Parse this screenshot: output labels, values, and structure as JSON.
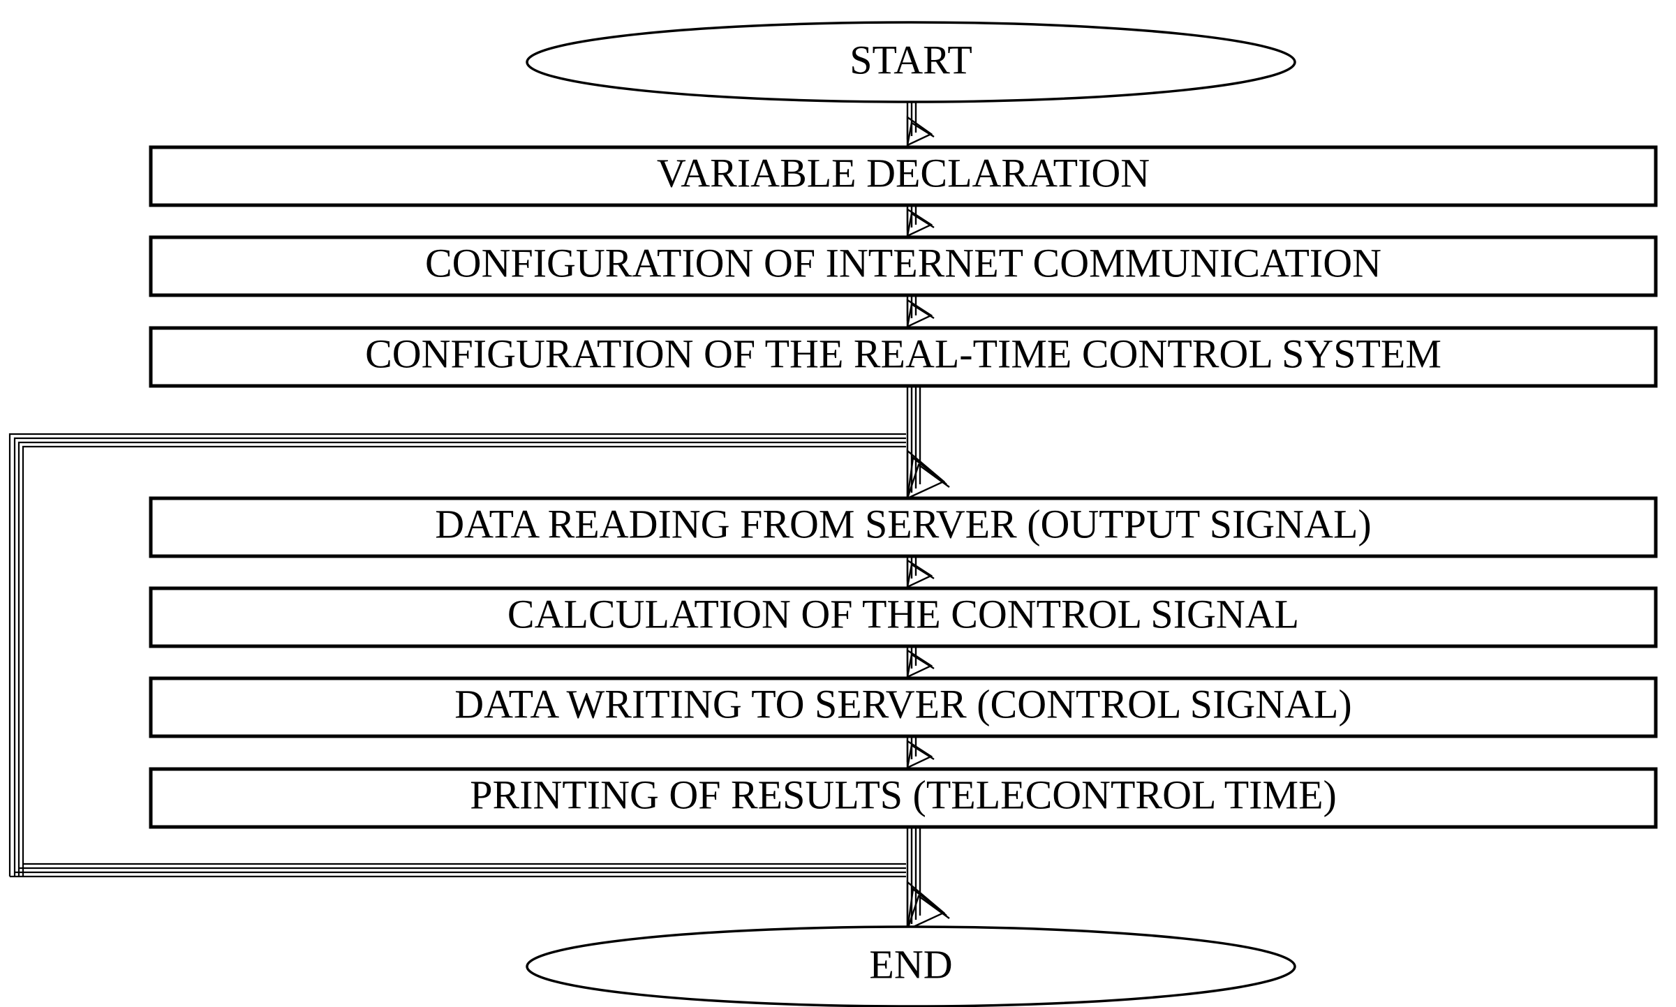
{
  "diagram": {
    "title": "Program flowchart for real-time internet telecontrol",
    "background_color": "#ffffff",
    "line_color": "#000000",
    "text_color": "#000000",
    "nodes": [
      {
        "id": "start",
        "shape": "ellipse",
        "label": "START"
      },
      {
        "id": "variable-declaration",
        "shape": "rectangle",
        "label": "VARIABLE DECLARATION"
      },
      {
        "id": "config-internet-communication",
        "shape": "rectangle",
        "label": "CONFIGURATION OF INTERNET COMMUNICATION"
      },
      {
        "id": "config-realtime-control-system",
        "shape": "rectangle",
        "label": "CONFIGURATION OF THE REAL-TIME CONTROL SYSTEM"
      },
      {
        "id": "data-reading-from-server",
        "shape": "rectangle",
        "label": "DATA READING FROM SERVER (OUTPUT SIGNAL)"
      },
      {
        "id": "calculation-control-signal",
        "shape": "rectangle",
        "label": "CALCULATION OF THE CONTROL SIGNAL"
      },
      {
        "id": "data-writing-to-server",
        "shape": "rectangle",
        "label": "DATA WRITING TO SERVER (CONTROL SIGNAL)"
      },
      {
        "id": "printing-of-results",
        "shape": "rectangle",
        "label": "PRINTING OF RESULTS (TELECONTROL TIME)"
      },
      {
        "id": "end",
        "shape": "ellipse",
        "label": "END"
      }
    ],
    "edges": [
      {
        "from": "start",
        "to": "variable-declaration",
        "type": "arrow-down"
      },
      {
        "from": "variable-declaration",
        "to": "config-internet-communication",
        "type": "arrow-down"
      },
      {
        "from": "config-internet-communication",
        "to": "config-realtime-control-system",
        "type": "arrow-down"
      },
      {
        "from": "config-realtime-control-system",
        "to": "data-reading-from-server",
        "type": "arrow-down"
      },
      {
        "from": "data-reading-from-server",
        "to": "calculation-control-signal",
        "type": "arrow-down"
      },
      {
        "from": "calculation-control-signal",
        "to": "data-writing-to-server",
        "type": "arrow-down"
      },
      {
        "from": "data-writing-to-server",
        "to": "printing-of-results",
        "type": "arrow-down"
      },
      {
        "from": "printing-of-results",
        "to": "end",
        "type": "arrow-down"
      },
      {
        "from": "printing-of-results",
        "to": "data-reading-from-server",
        "type": "loop-back-left"
      }
    ]
  }
}
